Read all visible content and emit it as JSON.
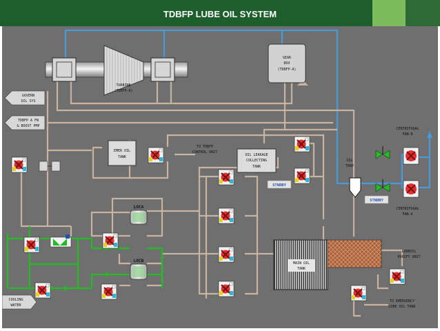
{
  "slide": {
    "title": "TDBFP LUBE OIL SYSTEM"
  },
  "colors": {
    "background": "#6f6f6f",
    "pipe": "#c8b4a0",
    "oil_supply": "#4a9ad8",
    "cooling_water": "#22bb22",
    "title_bar": "#1e5e2c",
    "accent": "#7cbc5c",
    "standby": "#2a4db0"
  },
  "equipment": {
    "turbine": {
      "line1": "TURBINE",
      "line2": "(TDBFP-A)"
    },
    "gear_box": {
      "line1": "GEAR",
      "line2": "BOX",
      "line3": "(TDBFP-A)"
    },
    "emer_oil_tank": {
      "line1": "EMER OIL",
      "line2": "TANK"
    },
    "oil_leakage_tank": {
      "line1": "OIL LEAKAGE",
      "line2": "COLLECTING",
      "line3": "TANK"
    },
    "main_oil_tank": {
      "line1": "MAIN OIL",
      "line2": "TANK"
    },
    "loca": "LOCA",
    "locb": "LOCB",
    "oil_trap": {
      "line1": "OIL",
      "line2": "TRAP"
    }
  },
  "arrows": {
    "govern": {
      "line1": "GOVERN",
      "line2": "OIL SYS"
    },
    "bfp": {
      "line1": "TDBFP A FW",
      "line2": "& BOOST PMP"
    },
    "cooling": {
      "line1": "COOLING",
      "line2": "WATER"
    }
  },
  "labels": {
    "to_control": {
      "line1": "TO TDBFP",
      "line2": "CONTROL UNIT"
    },
    "fan_b": {
      "line1": "CENTRIFUGAL",
      "line2": "FAN-B"
    },
    "fan_a": {
      "line1": "CENTRIFUGAL",
      "line2": "FAN-A"
    },
    "purify": {
      "line1": "LUBEOIL",
      "line2": "PURIFY UNIT"
    },
    "emergency": {
      "line1": "TO EMERGENCY",
      "line2": "LUBE OIL TANK"
    }
  },
  "status": {
    "standby": "STNDBY"
  }
}
